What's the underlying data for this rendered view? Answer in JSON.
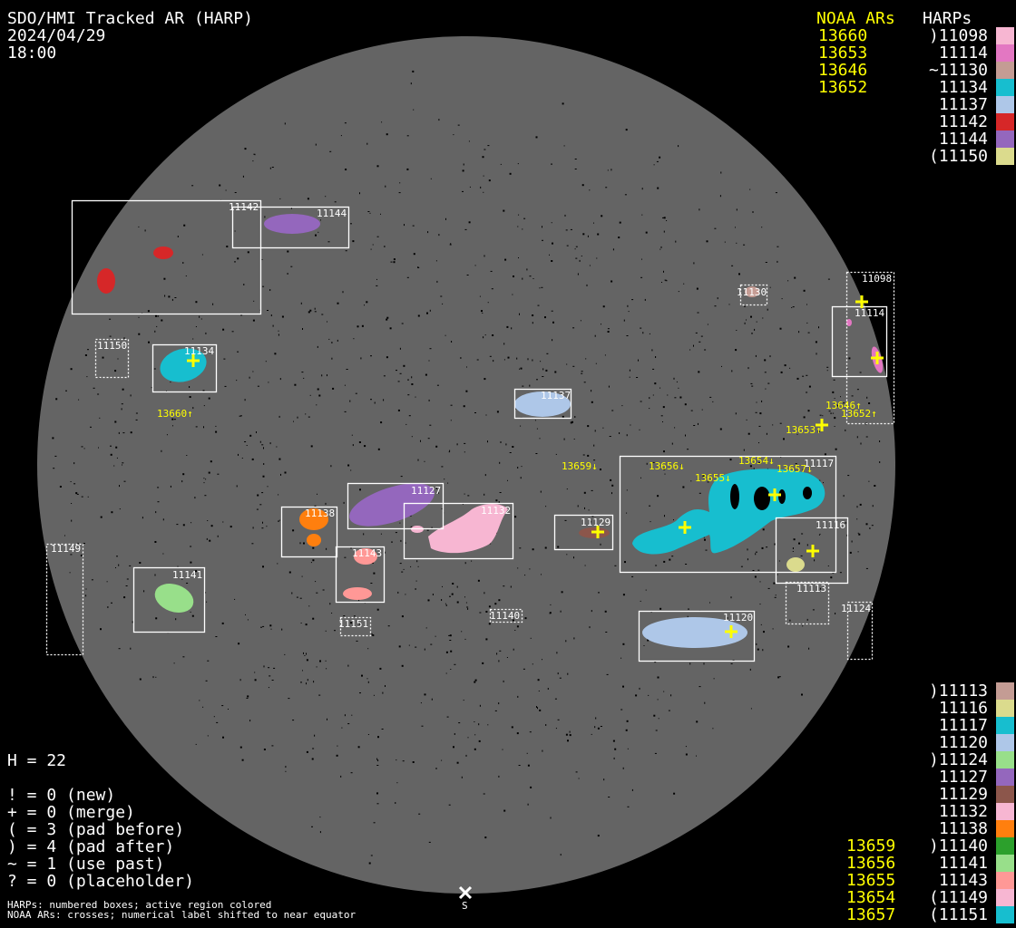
{
  "header": {
    "title": "SDO/HMI Tracked AR (HARP)",
    "date": "2024/04/29",
    "time": "18:00"
  },
  "legend_top": {
    "noaa_header": "NOAA ARs",
    "harps_header": "HARPs",
    "noaa": [
      "13660",
      "13653",
      "13646",
      "13652"
    ],
    "harps": [
      {
        "label": ")11098",
        "color": "#f7b6d2"
      },
      {
        "label": "11114",
        "color": "#e377c2"
      },
      {
        "label": "~11130",
        "color": "#c49c94"
      },
      {
        "label": "11134",
        "color": "#17becf"
      },
      {
        "label": "11137",
        "color": "#aec7e8"
      },
      {
        "label": "11142",
        "color": "#d62728"
      },
      {
        "label": "11144",
        "color": "#9467bd"
      },
      {
        "label": "(11150",
        "color": "#dbdb8d"
      }
    ]
  },
  "legend_bottom": {
    "noaa": [
      "13659",
      "13656",
      "13655",
      "13654",
      "13657"
    ],
    "harps": [
      {
        "label": ")11113",
        "color": "#c49c94"
      },
      {
        "label": "11116",
        "color": "#dbdb8d"
      },
      {
        "label": "11117",
        "color": "#17becf"
      },
      {
        "label": "11120",
        "color": "#aec7e8"
      },
      {
        "label": ")11124",
        "color": "#98df8a"
      },
      {
        "label": "11127",
        "color": "#9467bd"
      },
      {
        "label": "11129",
        "color": "#8c564b"
      },
      {
        "label": "11132",
        "color": "#f7b6d2"
      },
      {
        "label": "11138",
        "color": "#ff7f0e"
      },
      {
        "label": ")11140",
        "color": "#2ca02c"
      },
      {
        "label": "11141",
        "color": "#98df8a"
      },
      {
        "label": "11143",
        "color": "#ff9896"
      },
      {
        "label": "(11149",
        "color": "#f7b6d2"
      },
      {
        "label": "(11151",
        "color": "#17becf"
      }
    ]
  },
  "stats": {
    "h": "H = 22",
    "lines": [
      "! = 0 (new)",
      "+ = 0 (merge)",
      "( = 3 (pad before)",
      ") = 4 (pad after)",
      "~ = 1 (use past)",
      "? = 0 (placeholder)"
    ]
  },
  "footer": {
    "line1": "HARPs: numbered boxes; active region colored",
    "line2": "NOAA ARs: crosses; numerical label shifted to near equator",
    "south": "S"
  },
  "map": {
    "harp_boxes": [
      "11142",
      "11144",
      "11130",
      "11098",
      "11114",
      "11150",
      "11134",
      "11137",
      "11117",
      "11116",
      "11113",
      "11124",
      "11120",
      "11129",
      "11127",
      "11132",
      "11138",
      "11143",
      "11151",
      "11140",
      "11141",
      "11149"
    ],
    "noaa_labels": [
      "13660↑",
      "13646↑",
      "13652↑",
      "13653↑",
      "13659↓",
      "13656↓",
      "13655↓",
      "13654↓",
      "13657↓"
    ]
  },
  "colors": {
    "disk": "#646464",
    "noaa": "#ffff00",
    "text": "#ffffff"
  }
}
